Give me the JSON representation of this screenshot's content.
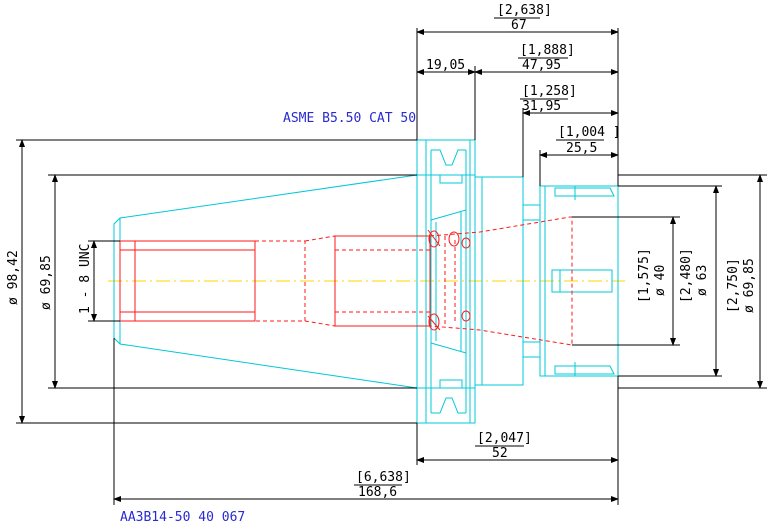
{
  "labels": {
    "standard": "ASME B5.50 CAT 50",
    "part_number": "AA3B14-50 40 067"
  },
  "dims": {
    "top_in": "[2,638]",
    "top_mm": "67",
    "flange": "19,05",
    "nose_in": "[1,888]",
    "nose_mm": "47,95",
    "nut1_in": "[1,258]",
    "nut1_mm": "31,95",
    "nut2_in": "[1,004 ]",
    "nut2_mm": "25,5",
    "d_body": "ø 98,42",
    "d_taper": "ø 69,85",
    "thread": "1 - 8 UNC",
    "d40_in": "[1,575]",
    "d40_mm": "ø 40",
    "d63_in": "[2,480]",
    "d63_mm": "ø 63",
    "d6985_in": "[2,750]",
    "d6985_mm": "ø 69,85",
    "b52_in": "[2,047]",
    "b52_mm": "52",
    "total_in": "[6,638]",
    "total_mm": "168,6"
  },
  "colors": {
    "outline": "#00c8d8",
    "hidden": "#ff1a1a",
    "centerline": "#ffd400",
    "dimension": "#000000",
    "label": "#2a2ad0"
  }
}
